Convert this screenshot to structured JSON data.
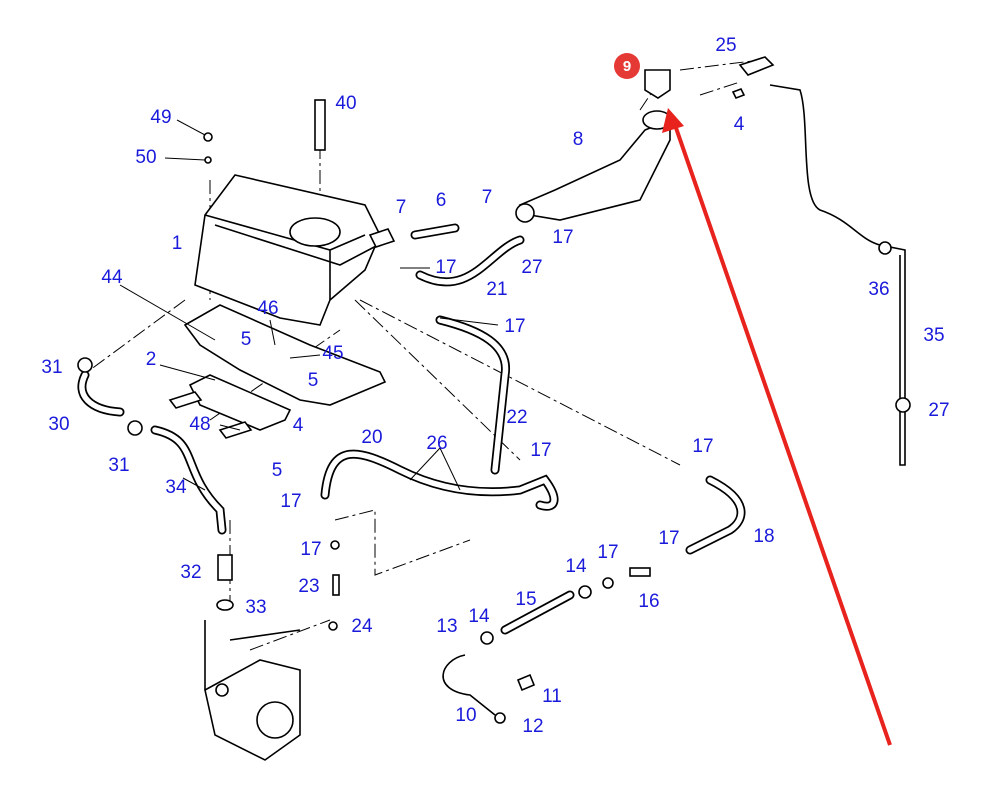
{
  "diagram": {
    "highlight": {
      "label": "9",
      "color": "#e53935"
    },
    "arrow_color": "#e8221c",
    "label_color": "#1a1adb",
    "labels": [
      "25",
      "4",
      "40",
      "49",
      "50",
      "8",
      "7",
      "6",
      "7",
      "17",
      "27",
      "17",
      "21",
      "1",
      "44",
      "46",
      "17",
      "5",
      "45",
      "2",
      "5",
      "31",
      "36",
      "35",
      "27",
      "30",
      "48",
      "4",
      "31",
      "5",
      "20",
      "26",
      "22",
      "17",
      "17",
      "34",
      "17",
      "18",
      "17",
      "17",
      "17",
      "14",
      "32",
      "23",
      "16",
      "15",
      "33",
      "14",
      "13",
      "24",
      "11",
      "10",
      "12"
    ]
  }
}
